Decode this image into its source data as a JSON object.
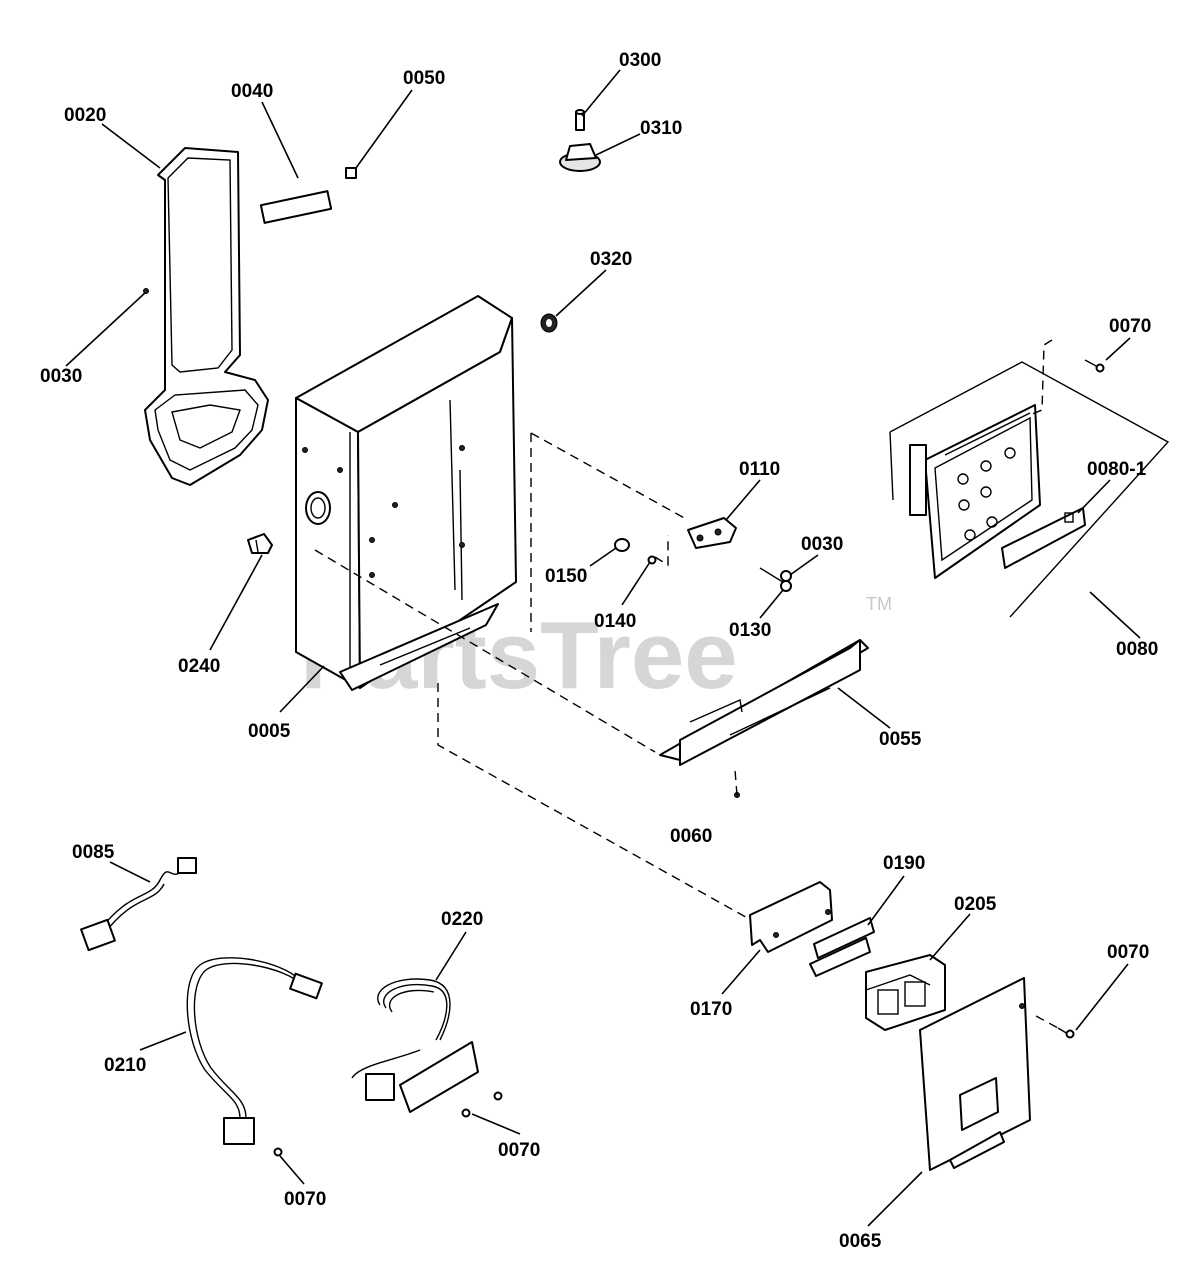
{
  "watermark": {
    "text": "PartsTree",
    "trademark": "TM"
  },
  "labels": {
    "l0020": "0020",
    "l0040": "0040",
    "l0050": "0050",
    "l0300": "0300",
    "l0310": "0310",
    "l0320": "0320",
    "l0030a": "0030",
    "l0070a": "0070",
    "l0110": "0110",
    "l0080_1": "0080-1",
    "l0030b": "0030",
    "l0150": "0150",
    "l0140": "0140",
    "l0130": "0130",
    "l0240": "0240",
    "l0080": "0080",
    "l0005": "0005",
    "l0055": "0055",
    "l0060": "0060",
    "l0085": "0085",
    "l0190": "0190",
    "l0220": "0220",
    "l0205": "0205",
    "l0070b": "0070",
    "l0170": "0170",
    "l0210": "0210",
    "l0070c": "0070",
    "l0070d": "0070",
    "l0065": "0065"
  }
}
